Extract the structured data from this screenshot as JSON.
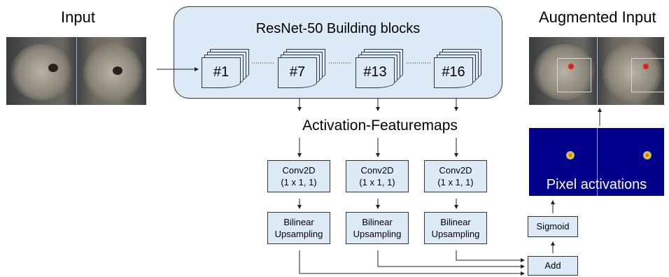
{
  "input_label": "Input",
  "augmented_label": "Augmented Input",
  "resnet": {
    "title": "ResNet-50 Building blocks",
    "blocks": [
      "#1",
      "#7",
      "#13",
      "#16"
    ]
  },
  "feature_label": "Activation-Featuremaps",
  "conv": {
    "line1": "Conv2D",
    "line2": "(1 x 1, 1)"
  },
  "upsample": {
    "line1": "Bilinear",
    "line2": "Upsampling"
  },
  "add_label": "Add",
  "sigmoid_label": "Sigmoid",
  "pixel_label": "Pixel activations",
  "colors": {
    "box_fill": "#dceaf7",
    "heatmap_bg": "#00008b",
    "stroke": "#333333"
  }
}
